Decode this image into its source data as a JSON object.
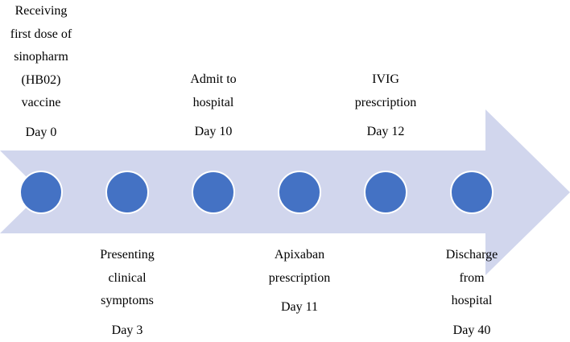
{
  "colors": {
    "arrow": "#d1d6ed",
    "node": "#4472c4",
    "node_stroke": "#ffffff",
    "text": "#000000"
  },
  "events": [
    {
      "id": "vaccine",
      "text": "Receiving\nfirst dose of\nsinopharm\n(HB02)\nvaccine",
      "day": "Day 0",
      "position": "above"
    },
    {
      "id": "symptoms",
      "text": "Presenting\nclinical\nsymptoms",
      "day": "Day 3",
      "position": "below"
    },
    {
      "id": "admit",
      "text": "Admit to\nhospital",
      "day": "Day 10",
      "position": "above"
    },
    {
      "id": "apixaban",
      "text": "Apixaban\nprescription",
      "day": "Day 11",
      "position": "below"
    },
    {
      "id": "ivig",
      "text": "IVIG\nprescription",
      "day": "Day 12",
      "position": "above"
    },
    {
      "id": "discharge",
      "text": "Discharge\nfrom\nhospital",
      "day": "Day 40",
      "position": "below"
    }
  ]
}
